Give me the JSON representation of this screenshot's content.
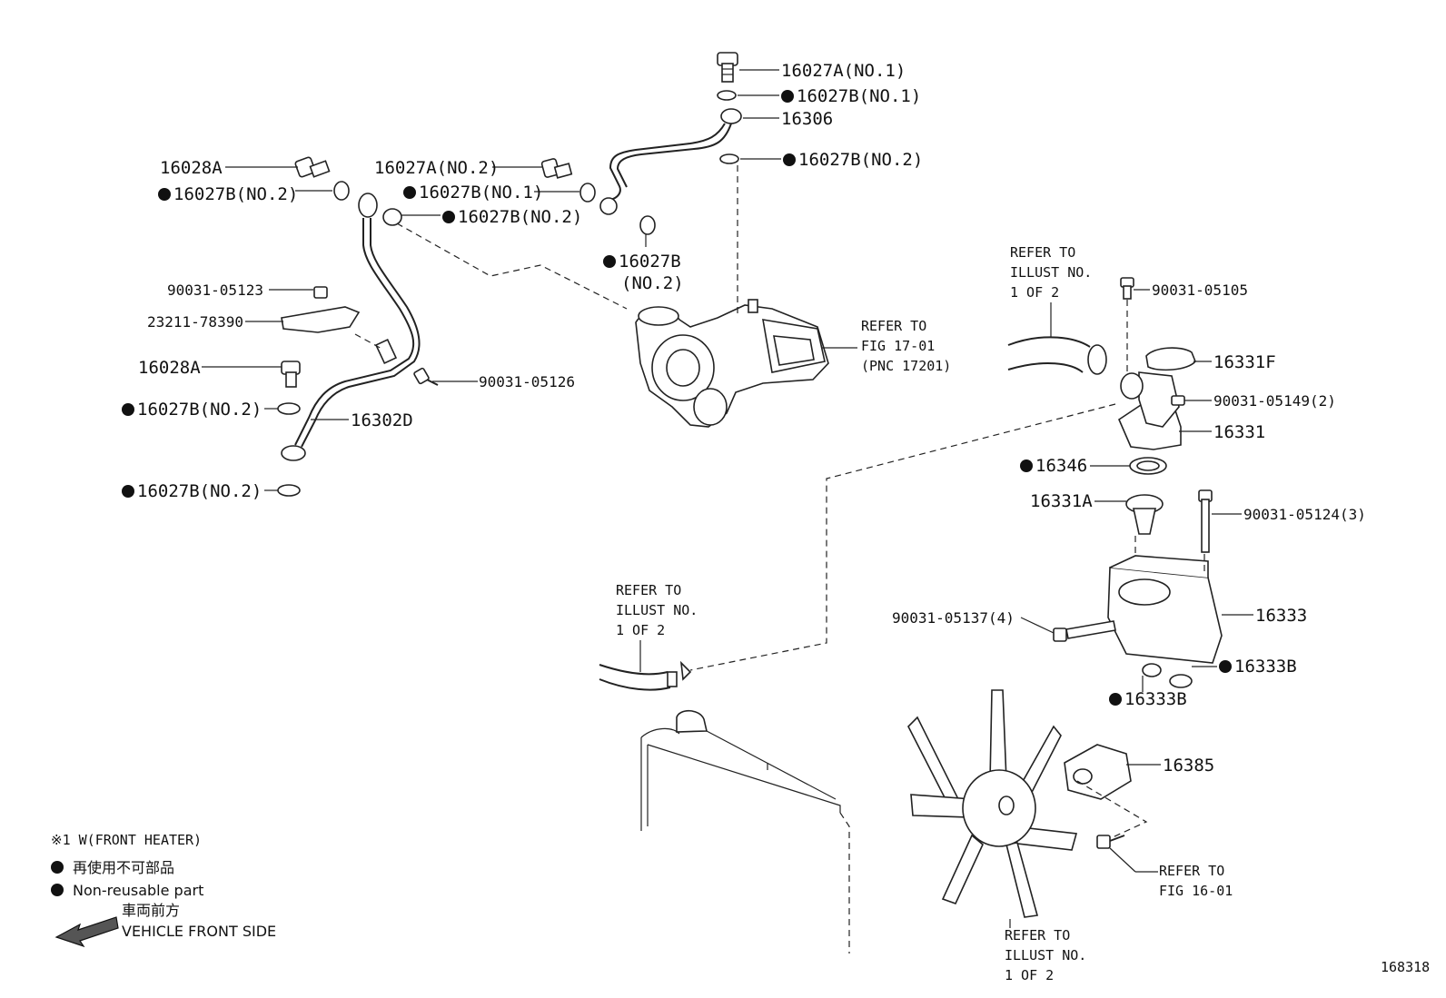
{
  "callouts": [
    {
      "id": "c1",
      "bullet": false,
      "text": "16027A(NO.1)"
    },
    {
      "id": "c2",
      "bullet": true,
      "text": "16027B(NO.1)"
    },
    {
      "id": "c3",
      "bullet": false,
      "text": "16306"
    },
    {
      "id": "c4",
      "bullet": true,
      "text": "16027B(NO.2)"
    },
    {
      "id": "c5",
      "bullet": false,
      "text": "16028A"
    },
    {
      "id": "c6",
      "bullet": true,
      "text": "16027B(NO.2)"
    },
    {
      "id": "c7",
      "bullet": false,
      "text": "16027A(NO.2)"
    },
    {
      "id": "c8",
      "bullet": true,
      "text": "16027B(NO.1)"
    },
    {
      "id": "c9",
      "bullet": true,
      "text": "16027B(NO.2)"
    },
    {
      "id": "c10",
      "bullet": true,
      "text": "16027B"
    },
    {
      "id": "c10b",
      "bullet": false,
      "text": "(NO.2)"
    },
    {
      "id": "c11",
      "bullet": false,
      "text": "90031-05123"
    },
    {
      "id": "c12",
      "bullet": false,
      "text": "23211-78390"
    },
    {
      "id": "c13",
      "bullet": false,
      "text": "16028A"
    },
    {
      "id": "c14",
      "bullet": false,
      "text": "90031-05126"
    },
    {
      "id": "c15",
      "bullet": true,
      "text": "16027B(NO.2)"
    },
    {
      "id": "c16",
      "bullet": false,
      "text": "16302D"
    },
    {
      "id": "c17",
      "bullet": true,
      "text": "16027B(NO.2)"
    },
    {
      "id": "c18",
      "bullet": false,
      "text": "90031-05105"
    },
    {
      "id": "c19",
      "bullet": false,
      "text": "16331F"
    },
    {
      "id": "c20",
      "bullet": false,
      "text": "90031-05149(2)"
    },
    {
      "id": "c21",
      "bullet": false,
      "text": "16331"
    },
    {
      "id": "c22",
      "bullet": true,
      "text": "16346"
    },
    {
      "id": "c23",
      "bullet": false,
      "text": "16331A"
    },
    {
      "id": "c24",
      "bullet": false,
      "text": "90031-05124(3)"
    },
    {
      "id": "c25",
      "bullet": false,
      "text": "16333"
    },
    {
      "id": "c26",
      "bullet": false,
      "text": "90031-05137(4)"
    },
    {
      "id": "c27",
      "bullet": true,
      "text": "16333B"
    },
    {
      "id": "c28",
      "bullet": true,
      "text": "16333B"
    },
    {
      "id": "c29",
      "bullet": false,
      "text": "16385"
    }
  ],
  "references": [
    {
      "id": "r1",
      "lines": [
        "REFER TO",
        "FIG 17-01",
        "(PNC 17201)"
      ]
    },
    {
      "id": "r2",
      "lines": [
        "REFER TO",
        "ILLUST NO.",
        "1 OF 2"
      ]
    },
    {
      "id": "r3",
      "lines": [
        "REFER TO",
        "ILLUST NO.",
        "1 OF 2"
      ]
    },
    {
      "id": "r4",
      "lines": [
        "REFER TO",
        "FIG 16-01"
      ]
    },
    {
      "id": "r5",
      "lines": [
        "REFER TO",
        "ILLUST NO.",
        "1 OF 2"
      ]
    }
  ],
  "legend": {
    "note": "※1 W(FRONT HEATER)",
    "nonreusable_jp": "再使用不可部品",
    "nonreusable_en": "Non-reusable part",
    "front_jp": "車両前方",
    "front_en": "VEHICLE FRONT SIDE"
  },
  "figure_number": "168318"
}
